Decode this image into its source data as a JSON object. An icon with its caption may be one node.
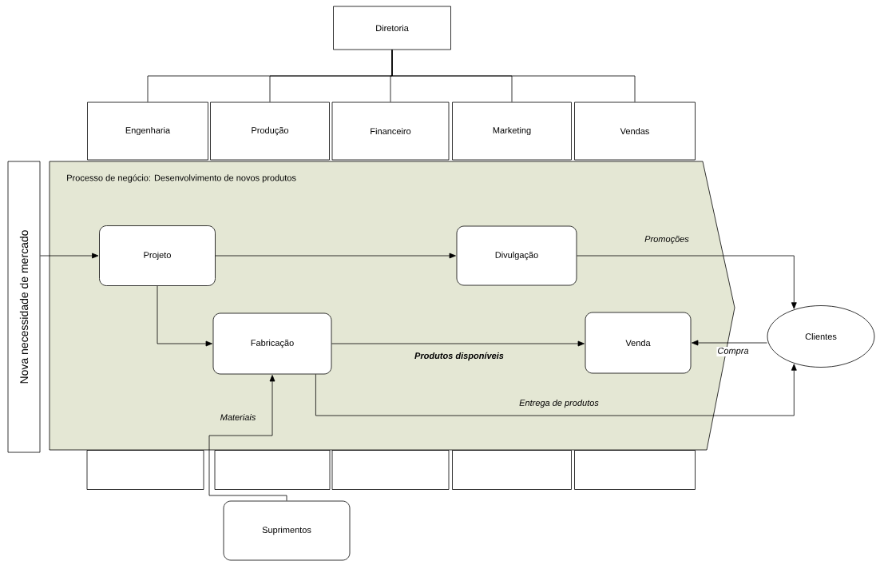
{
  "diagram": {
    "nodes": [
      {
        "text": [
          "Diretoria"
        ]
      },
      {
        "text": [
          "Engenharia"
        ]
      },
      {
        "text": [
          "Produção"
        ]
      },
      {
        "text": [
          "Financeiro"
        ]
      },
      {
        "text": [
          "Marketing"
        ]
      },
      {
        "text": [
          "Vendas"
        ]
      },
      {
        "text": [
          "Nova necessidade de mercado"
        ]
      },
      {
        "text": [
          "Processo de negócio: Desenvolvimento de novos produtos"
        ]
      },
      {
        "text": [
          "Projeto"
        ],
        "in": 7
      },
      {
        "text": [
          "Divulgação"
        ],
        "in": 7
      },
      {
        "text": [
          "Fabricação"
        ],
        "in": 7
      },
      {
        "text": [
          "Venda"
        ],
        "in": 7
      },
      {
        "text": [
          "Clientes"
        ]
      },
      {
        "text": [
          "Suprimentos"
        ]
      },
      {
        "text": [],
        "shape": "box"
      },
      {
        "text": [],
        "shape": "box"
      },
      {
        "text": [],
        "shape": "box"
      },
      {
        "text": [],
        "shape": "box"
      },
      {
        "text": [],
        "shape": "box"
      }
    ],
    "edges": [
      {
        "from": 0,
        "to": 1,
        "arrow": "none"
      },
      {
        "from": 0,
        "to": 2,
        "arrow": "none"
      },
      {
        "from": 0,
        "to": 3,
        "arrow": "none"
      },
      {
        "from": 0,
        "to": 4,
        "arrow": "none"
      },
      {
        "from": 0,
        "to": 5,
        "arrow": "none"
      },
      {
        "from": 6,
        "to": 8,
        "arrow": "to"
      },
      {
        "from": 8,
        "to": 9,
        "arrow": "to"
      },
      {
        "from": 8,
        "to": 10,
        "arrow": "to"
      },
      {
        "from": 10,
        "to": 11,
        "arrow": "to",
        "label": "Produtos disponíveis"
      },
      {
        "from": 9,
        "to": 12,
        "arrow": "to",
        "label": "Promoções"
      },
      {
        "from": 12,
        "to": 11,
        "arrow": "to",
        "label": "Compra"
      },
      {
        "from": 10,
        "to": 12,
        "arrow": "to",
        "label": "Entrega de produtos"
      },
      {
        "from": 13,
        "to": 10,
        "arrow": "to",
        "label": "Materiais"
      }
    ]
  }
}
